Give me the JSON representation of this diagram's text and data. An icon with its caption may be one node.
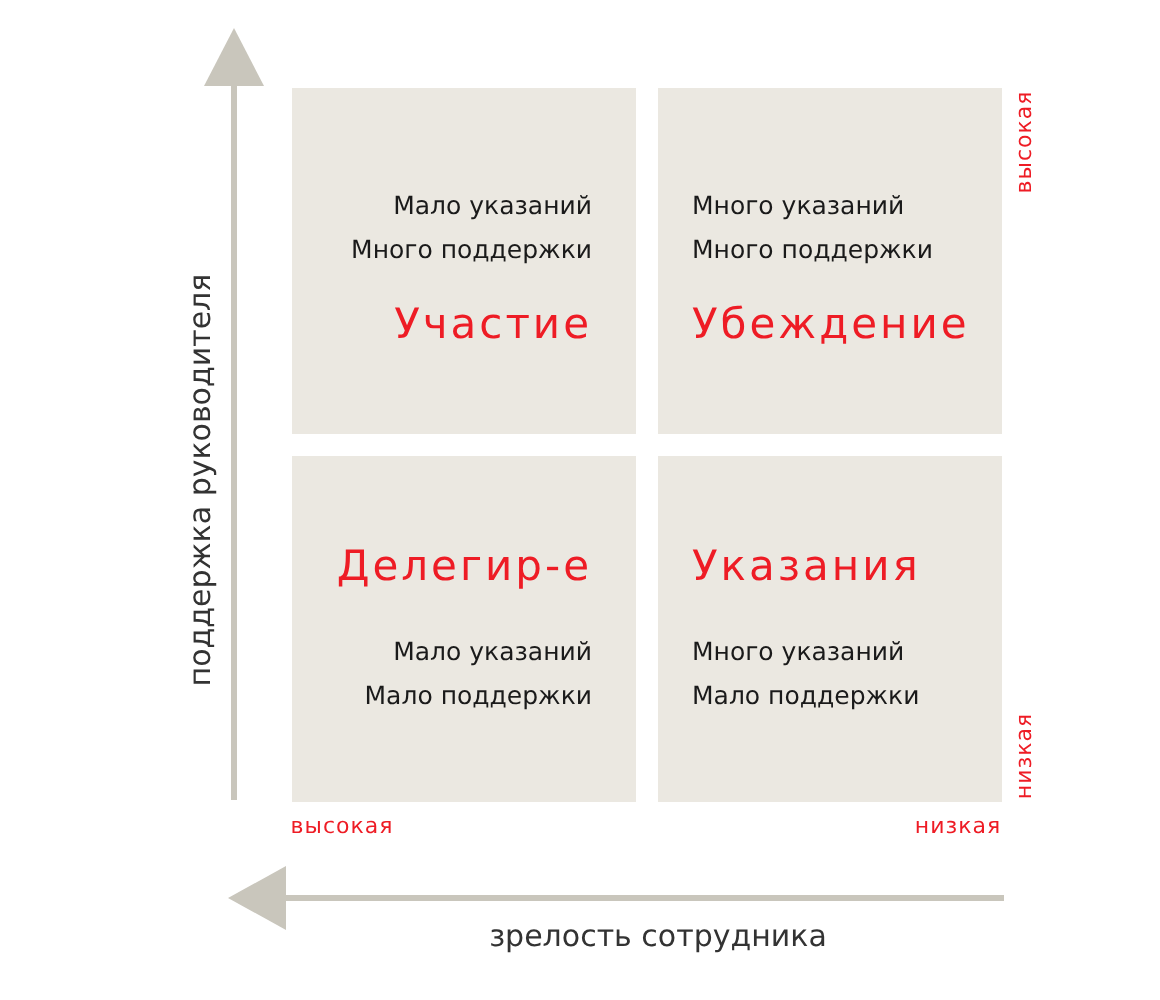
{
  "diagram": {
    "nodes": [
      {
        "text": [
          "Мало указаний",
          "Много поддержки",
          "Участие"
        ]
      },
      {
        "text": [
          "Много указаний",
          "Много поддержки",
          "Убеждение"
        ]
      },
      {
        "text": [
          "Делегир-е",
          "Мало указаний",
          "Мало поддержки"
        ]
      },
      {
        "text": [
          "Указания",
          "Много указаний",
          "Мало поддержки"
        ]
      }
    ],
    "labels": [
      "высокая",
      "поддержка руководителя",
      "низкая",
      "высокая",
      "низкая",
      "зрелость сотрудника"
    ]
  }
}
